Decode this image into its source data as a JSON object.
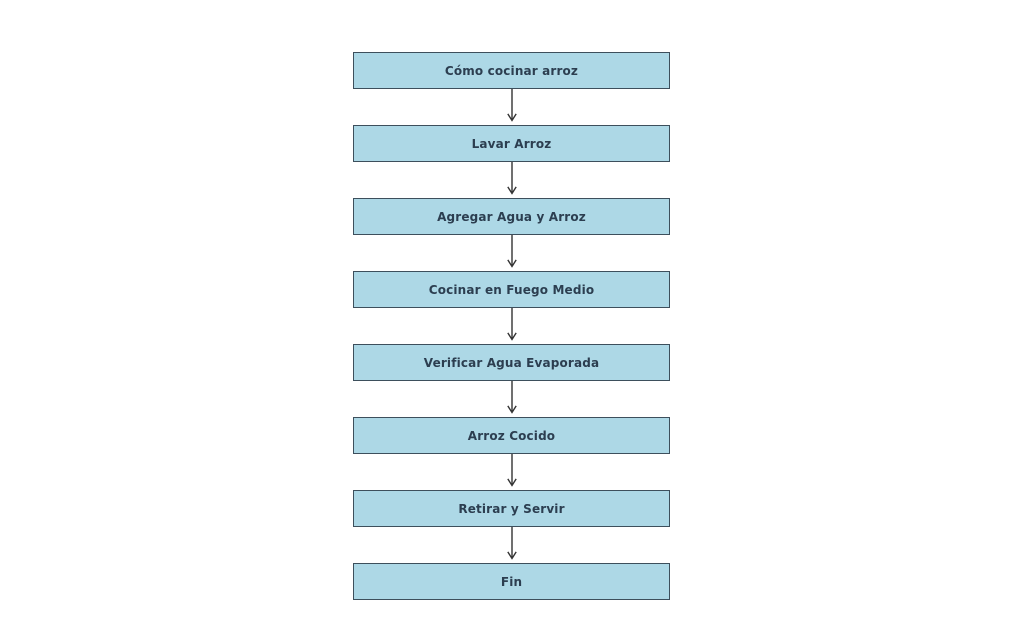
{
  "diagram": {
    "title": "Cómo cocinar arroz",
    "type": "flowchart",
    "orientation": "top-to-bottom",
    "background_color": "#ffffff",
    "node_fill_color": "#ADD8E6",
    "node_border_color": "#3D4F5C",
    "node_text_color": "#2C3E50",
    "connector_color": "#333333",
    "nodes": [
      {
        "id": "n1",
        "label": "Cómo cocinar arroz"
      },
      {
        "id": "n2",
        "label": "Lavar Arroz"
      },
      {
        "id": "n3",
        "label": "Agregar Agua y Arroz"
      },
      {
        "id": "n4",
        "label": "Cocinar en Fuego Medio"
      },
      {
        "id": "n5",
        "label": "Verificar Agua Evaporada"
      },
      {
        "id": "n6",
        "label": "Arroz Cocido"
      },
      {
        "id": "n7",
        "label": "Retirar y Servir"
      },
      {
        "id": "n8",
        "label": "Fin"
      }
    ],
    "edges": [
      {
        "from": "n1",
        "to": "n2"
      },
      {
        "from": "n2",
        "to": "n3"
      },
      {
        "from": "n3",
        "to": "n4"
      },
      {
        "from": "n4",
        "to": "n5"
      },
      {
        "from": "n5",
        "to": "n6"
      },
      {
        "from": "n6",
        "to": "n7"
      },
      {
        "from": "n7",
        "to": "n8"
      }
    ]
  }
}
